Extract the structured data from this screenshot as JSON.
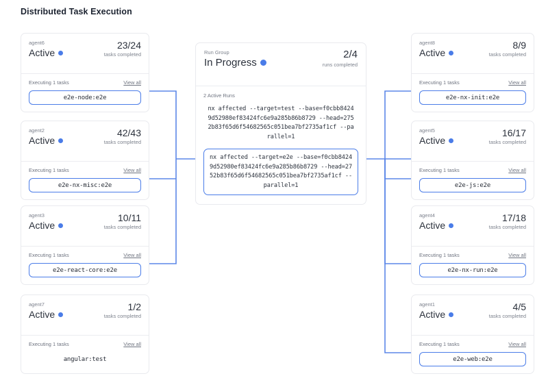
{
  "page": {
    "title": "Distributed Task Execution"
  },
  "colors": {
    "accent": "#4a7ce8",
    "card_border": "#e9eaee",
    "text": "#2b313c",
    "muted": "#7d828d"
  },
  "labels": {
    "executing": "Executing 1 tasks",
    "view_all": "View all",
    "tasks_completed": "tasks completed",
    "runs_completed": "runs completed",
    "active_runs": "2 Active Runs"
  },
  "run_group": {
    "kicker": "Run Group",
    "status": "In Progress",
    "count": "2/4",
    "count_sub": "runs completed",
    "active_runs_label": "2 Active Runs",
    "runs": [
      {
        "command": "nx affected --target=test --base=f0cbb84249d52980ef83424fc6e9a285b86b8729 --head=2752b83f65d6f54682565c051bea7bf2735af1cf --parallel=1",
        "highlighted": false
      },
      {
        "command": "nx affected --target=e2e --base=f0cbb84249d52980ef83424fc6e9a285b86b8729 --head=2752b83f65d6f54682565c051bea7bf2735af1cf --parallel=1",
        "highlighted": true
      }
    ]
  },
  "agents_left": [
    {
      "name": "agent6",
      "state": "Active",
      "count": "23/24",
      "count_sub": "tasks completed",
      "exec_label": "Executing 1 tasks",
      "view_all": "View all",
      "task": "e2e-node:e2e",
      "boxed": true
    },
    {
      "name": "agent2",
      "state": "Active",
      "count": "42/43",
      "count_sub": "tasks completed",
      "exec_label": "Executing 1 tasks",
      "view_all": "View all",
      "task": "e2e-nx-misc:e2e",
      "boxed": true
    },
    {
      "name": "agent3",
      "state": "Active",
      "count": "10/11",
      "count_sub": "tasks completed",
      "exec_label": "Executing 1 tasks",
      "view_all": "View all",
      "task": "e2e-react-core:e2e",
      "boxed": true
    },
    {
      "name": "agent7",
      "state": "Active",
      "count": "1/2",
      "count_sub": "tasks completed",
      "exec_label": "Executing 1 tasks",
      "view_all": "View all",
      "task": "angular:test",
      "boxed": false
    }
  ],
  "agents_right": [
    {
      "name": "agent8",
      "state": "Active",
      "count": "8/9",
      "count_sub": "tasks completed",
      "exec_label": "Executing 1 tasks",
      "view_all": "View all",
      "task": "e2e-nx-init:e2e",
      "boxed": true
    },
    {
      "name": "agent5",
      "state": "Active",
      "count": "16/17",
      "count_sub": "tasks completed",
      "exec_label": "Executing 1 tasks",
      "view_all": "View all",
      "task": "e2e-js:e2e",
      "boxed": true
    },
    {
      "name": "agent4",
      "state": "Active",
      "count": "17/18",
      "count_sub": "tasks completed",
      "exec_label": "Executing 1 tasks",
      "view_all": "View all",
      "task": "e2e-nx-run:e2e",
      "boxed": true
    },
    {
      "name": "agent1",
      "state": "Active",
      "count": "4/5",
      "count_sub": "tasks completed",
      "exec_label": "Executing 1 tasks",
      "view_all": "View all",
      "task": "e2e-web:e2e",
      "boxed": true
    }
  ]
}
